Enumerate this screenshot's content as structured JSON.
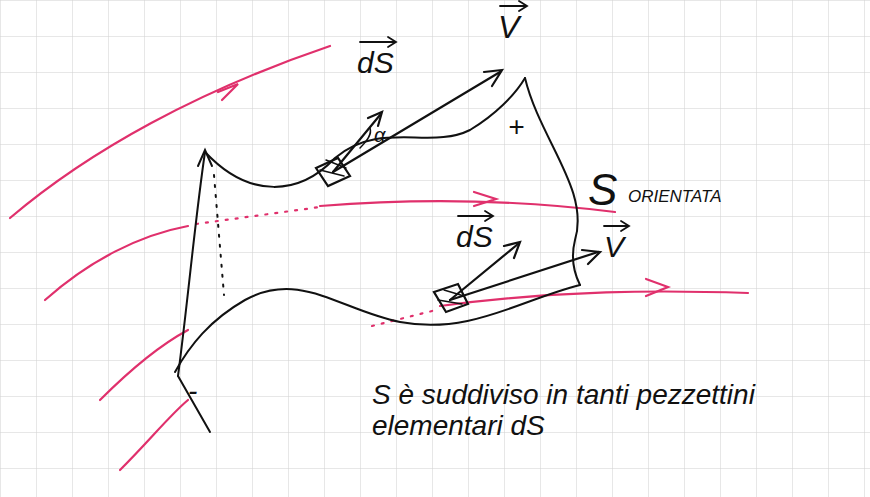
{
  "diagram": {
    "labels": [
      "dS",
      "V",
      "α",
      "+",
      "S",
      "ORIENTATA",
      "dS",
      "V",
      "-",
      "S è suddiviso in tanti pezzettini elementari dS"
    ]
  }
}
